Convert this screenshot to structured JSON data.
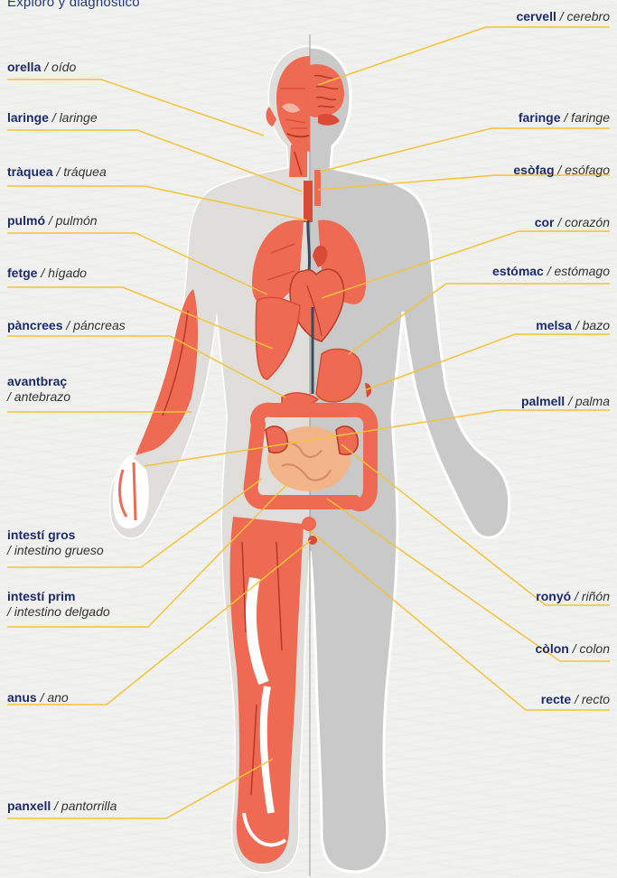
{
  "title": "Exploro y diagnóstico",
  "colors": {
    "muscle": "#ee6a52",
    "muscle_dark": "#d94b36",
    "body": "#c9c9c9",
    "body_light": "#e2e2e2",
    "line": "#f3c33a",
    "label_ca": "#1c2b6b"
  },
  "labels_left": [
    {
      "ca": "orella",
      "es": "/ oído"
    },
    {
      "ca": "laringe",
      "es": "/ laringe"
    },
    {
      "ca": "tràquea",
      "es": "/ tráquea"
    },
    {
      "ca": "pulmó",
      "es": "/ pulmón"
    },
    {
      "ca": "fetge",
      "es": "/ hígado"
    },
    {
      "ca": "pàncrees",
      "es": "/ páncreas"
    },
    {
      "ca": "avantbraç",
      "es": "/ antebrazo"
    },
    {
      "ca": "intestí gros",
      "es": "/ intestino grueso"
    },
    {
      "ca": "intestí prim",
      "es": "/ intestino delgado"
    },
    {
      "ca": "anus",
      "es": "/ ano"
    },
    {
      "ca": "panxell",
      "es": "/ pantorrilla"
    }
  ],
  "labels_right": [
    {
      "ca": "cervell",
      "es": "/ cerebro"
    },
    {
      "ca": "faringe",
      "es": "/ faringe"
    },
    {
      "ca": "esòfag",
      "es": "/ esófago"
    },
    {
      "ca": "cor",
      "es": "/ corazón"
    },
    {
      "ca": "estómac",
      "es": "/ estómago"
    },
    {
      "ca": "melsa",
      "es": "/ bazo"
    },
    {
      "ca": "palmell",
      "es": "/ palma"
    },
    {
      "ca": "ronyó",
      "es": "/ riñón"
    },
    {
      "ca": "còlon",
      "es": "/ colon"
    },
    {
      "ca": "recte",
      "es": "/ recto"
    }
  ]
}
